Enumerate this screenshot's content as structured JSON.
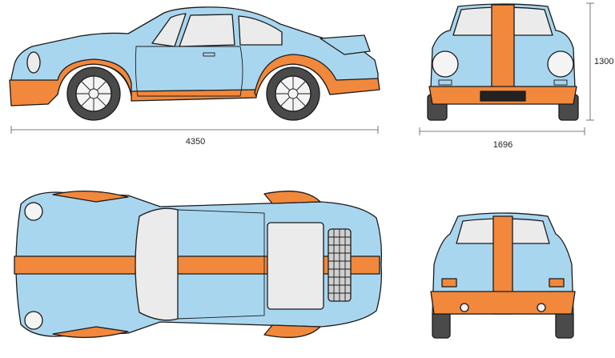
{
  "dimensions": {
    "length": "4350",
    "width": "1696",
    "height": "1300"
  },
  "colors": {
    "body": "#a9d6ef",
    "stripe": "#f1883c",
    "glass": "#ebebeb",
    "tire": "#4a4a4a",
    "outline": "#1a1a1a"
  }
}
